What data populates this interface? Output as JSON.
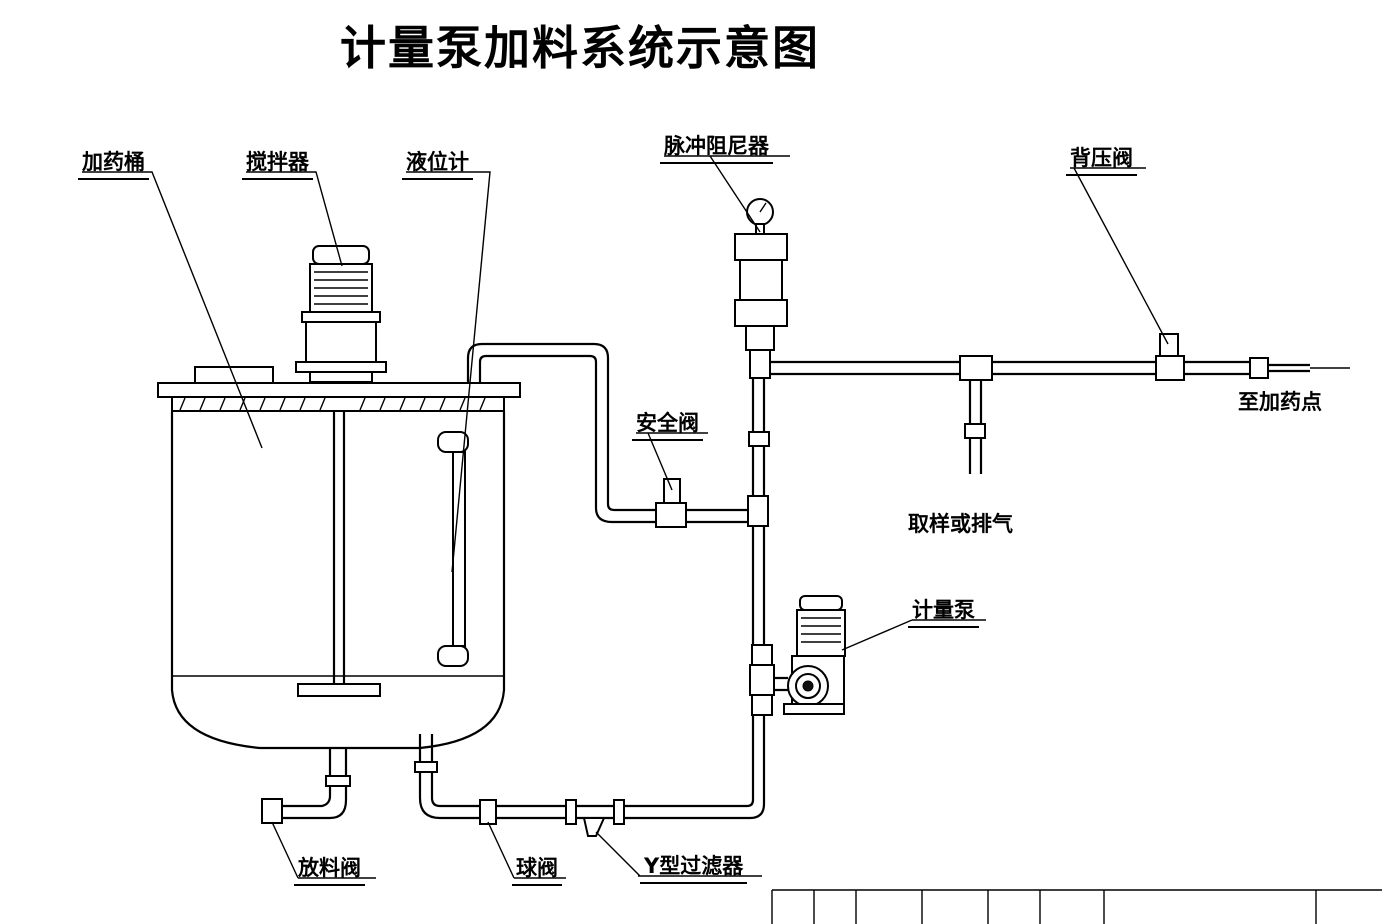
{
  "title": "计量泵加料系统示意图",
  "labels": {
    "tank": "加药桶",
    "agitator": "搅拌器",
    "level_gauge": "液位计",
    "pulse_damper": "脉冲阻尼器",
    "back_pressure_valve": "背压阀",
    "to_dosing_point": "至加药点",
    "safety_valve": "安全阀",
    "sampling_or_vent": "取样或排气",
    "metering_pump": "计量泵",
    "drain_valve": "放料阀",
    "ball_valve": "球阀",
    "y_strainer": "Y型过滤器"
  }
}
